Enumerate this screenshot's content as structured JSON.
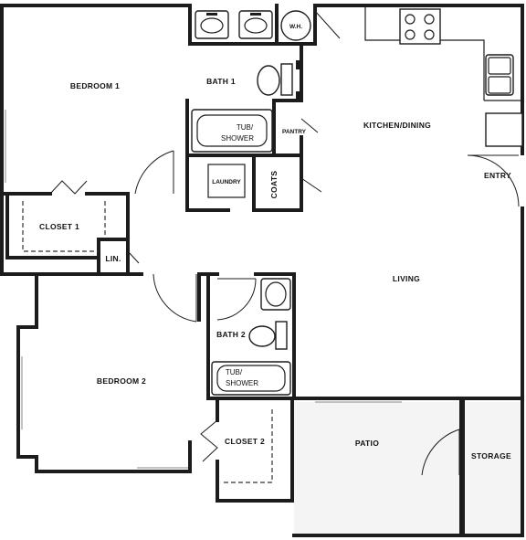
{
  "rooms": {
    "bedroom1": "BEDROOM 1",
    "bath1": "BATH 1",
    "kitchen_dining": "KITCHEN/DINING",
    "closet1": "CLOSET 1",
    "laundry": "LAUNDRY",
    "coats": "COATS",
    "pantry": "PANTRY",
    "entry": "ENTRY",
    "lin": "LIN.",
    "living": "LIVING",
    "bath2": "BATH 2",
    "bedroom2": "BEDROOM 2",
    "closet2": "CLOSET 2",
    "patio": "PATIO",
    "storage": "STORAGE",
    "wh": "W.H."
  },
  "fixtures": {
    "tub1_line1": "TUB/",
    "tub1_line2": "SHOWER",
    "tub2_line1": "TUB/",
    "tub2_line2": "SHOWER"
  }
}
